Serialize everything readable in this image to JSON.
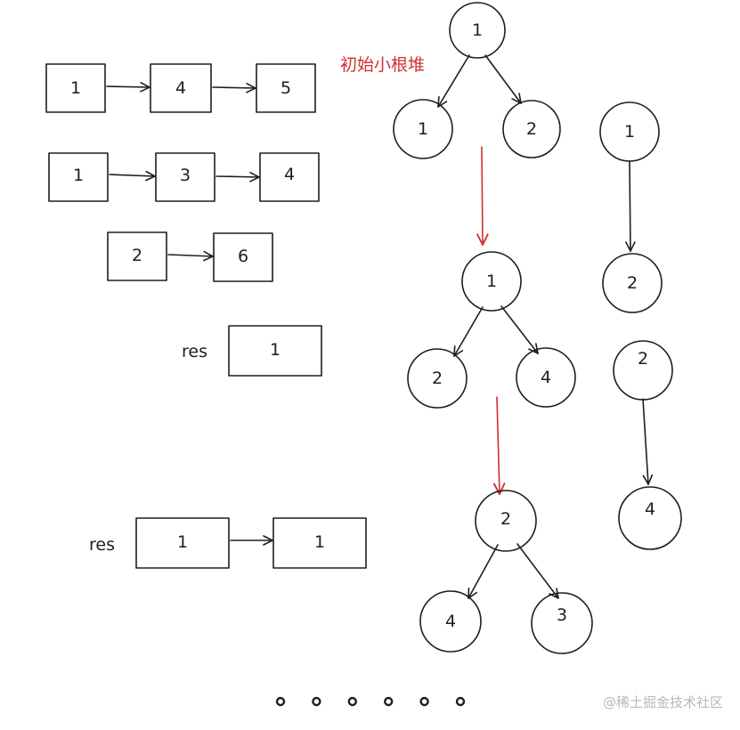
{
  "caption": "初始小根堆",
  "watermark": "@稀土掘金技术社区",
  "res_label": "res",
  "colors": {
    "ink": "#1e1e1e",
    "accent": "#d32f2f",
    "watermark": "#b8b8b8"
  },
  "lists": [
    [
      "1",
      "4",
      "5"
    ],
    [
      "1",
      "3",
      "4"
    ],
    [
      "2",
      "6"
    ]
  ],
  "res1": [
    "1"
  ],
  "res2": [
    "1",
    "1"
  ],
  "heaps": [
    {
      "root": "1",
      "left": "1",
      "right": "2"
    },
    {
      "root": "1",
      "left": "2",
      "right": "4"
    },
    {
      "root": "2",
      "left": "4",
      "right": "3"
    }
  ],
  "side_chains": [
    [
      "1",
      "2"
    ],
    [
      "2",
      "4"
    ]
  ],
  "ellipsis_count": 6
}
